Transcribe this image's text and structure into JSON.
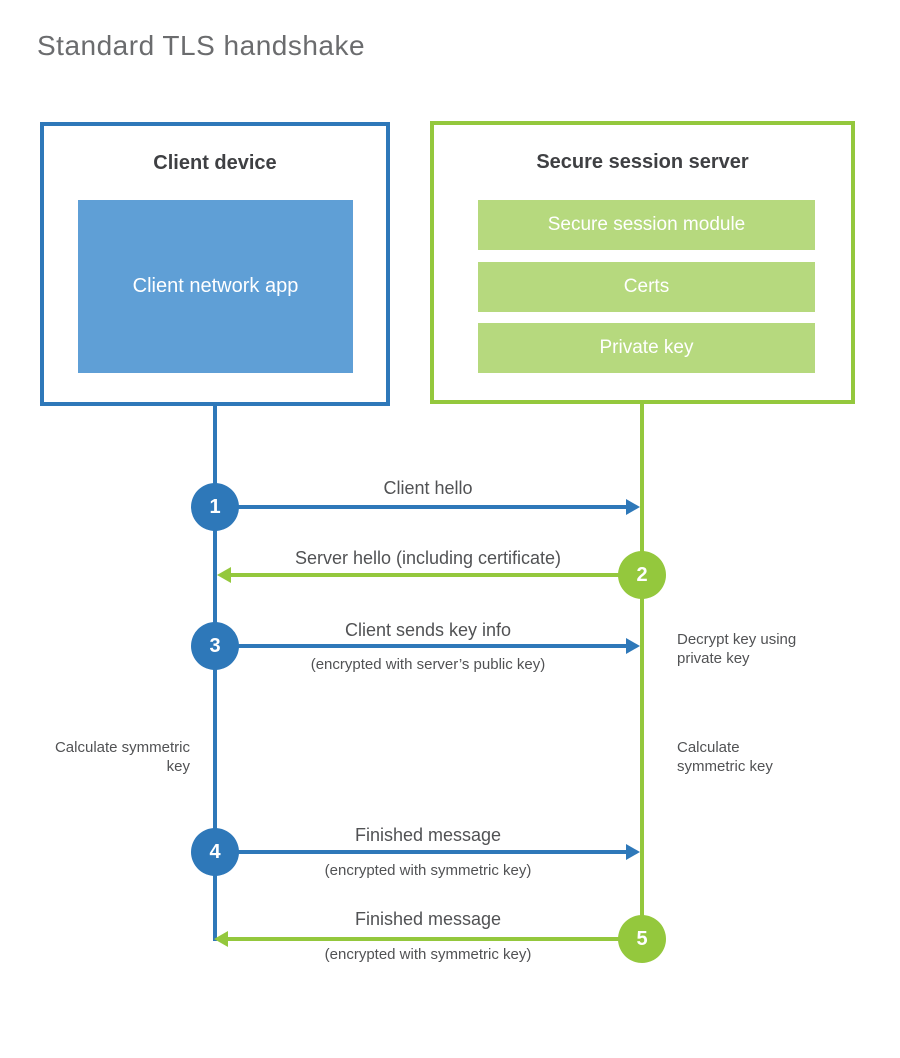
{
  "title": "Standard TLS handshake",
  "colors": {
    "blue": "#2e78b9",
    "blue_fill": "#5f9fd6",
    "green": "#94c83d",
    "green_fill": "#b6d97e",
    "text": "#515254",
    "title_text": "#6b6c6e",
    "header_text": "#3f4043"
  },
  "client": {
    "header": "Client device",
    "app_label": "Client network app"
  },
  "server": {
    "header": "Secure session server",
    "modules": [
      "Secure session module",
      "Certs",
      "Private key"
    ]
  },
  "steps": [
    {
      "number": "1",
      "direction": "right",
      "color": "blue",
      "label": "Client hello",
      "sublabel": ""
    },
    {
      "number": "2",
      "direction": "left",
      "color": "green",
      "label": "Server hello (including certificate)",
      "sublabel": ""
    },
    {
      "number": "3",
      "direction": "right",
      "color": "blue",
      "label": "Client sends key info",
      "sublabel": "(encrypted with server’s public key)"
    },
    {
      "number": "4",
      "direction": "right",
      "color": "blue",
      "label": "Finished message",
      "sublabel": "(encrypted with symmetric key)"
    },
    {
      "number": "5",
      "direction": "left",
      "color": "green",
      "label": "Finished message",
      "sublabel": "(encrypted with symmetric key)"
    }
  ],
  "side_notes": {
    "decrypt": "Decrypt key using private key",
    "calc_left": "Calculate symmetric key",
    "calc_right": "Calculate symmetric key"
  }
}
